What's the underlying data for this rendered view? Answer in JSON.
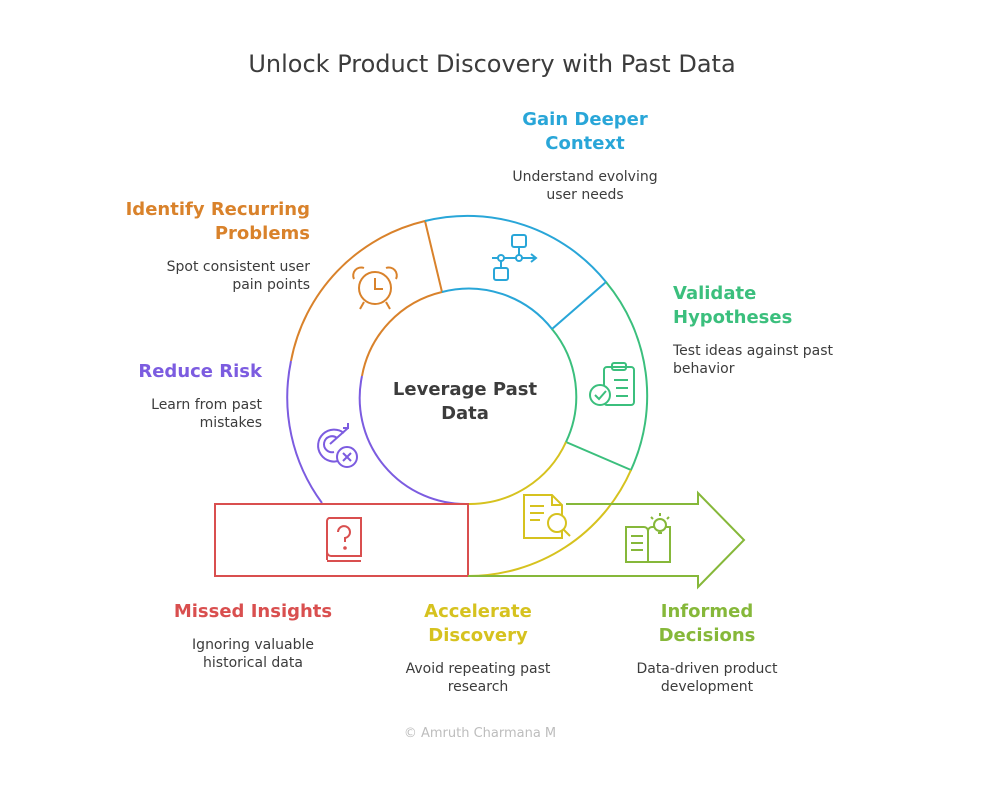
{
  "title": "Unlock Product Discovery with Past Data",
  "center": {
    "line1": "Leverage Past",
    "line2": "Data"
  },
  "colors": {
    "orange": "#d9822b",
    "blue": "#29a6d8",
    "green": "#3bbf7d",
    "purple": "#7c5ce0",
    "red": "#d94f4f",
    "yellow": "#d6c21f",
    "lime": "#86b83a"
  },
  "sections": {
    "gain_context": {
      "heading": "Gain Deeper Context",
      "desc": "Understand evolving user needs",
      "icon": "workflow-icon"
    },
    "recurring": {
      "heading": "Identify Recurring Problems",
      "desc": "Spot consistent user pain points",
      "icon": "alarm-clock-icon"
    },
    "validate": {
      "heading": "Validate Hypotheses",
      "desc": "Test ideas against past behavior",
      "icon": "clipboard-check-icon"
    },
    "reduce_risk": {
      "heading": "Reduce Risk",
      "desc": "Learn from past mistakes",
      "icon": "target-cancel-icon"
    },
    "missed": {
      "heading": "Missed Insights",
      "desc": "Ignoring valuable historical data",
      "icon": "question-book-icon"
    },
    "accelerate": {
      "heading": "Accelerate Discovery",
      "desc": "Avoid repeating past research",
      "icon": "document-search-icon"
    },
    "informed": {
      "heading": "Informed Decisions",
      "desc": "Data-driven product development",
      "icon": "book-lightbulb-icon"
    }
  },
  "credit": "© Amruth Charmana M"
}
